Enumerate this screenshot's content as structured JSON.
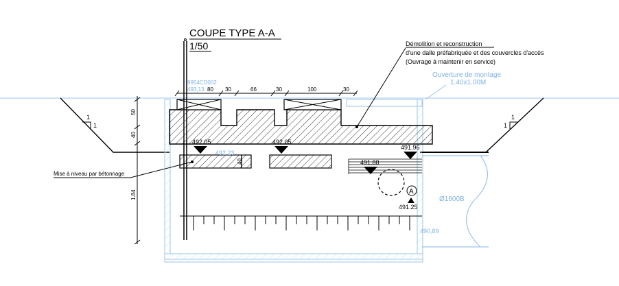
{
  "title": "COUPE TYPE A-A",
  "scale": "1/50",
  "note": {
    "line1": "Démolition et reconstruction",
    "line2": "d'une dalle préfabriquée et des couvercles d'accès",
    "line3": "(Ouvrage à maintenir en service)"
  },
  "opening": {
    "label": "Ouverture de montage",
    "size": "1.40x1.00M"
  },
  "reference": {
    "id": "9954CD002",
    "level": "493,13"
  },
  "top_dims": [
    "80",
    "30",
    "66",
    "30",
    "100",
    "30"
  ],
  "left_dims": [
    "50",
    "40",
    "1.84"
  ],
  "levels": {
    "l1": "492.05",
    "l2": "492.05",
    "l3": "491.96",
    "l4": "491.88",
    "l5": "491.25",
    "blue1": "492,23",
    "blue2": "490,89"
  },
  "small_dim": "40",
  "mise_niveau": "Mise à niveau par bétonnage",
  "slope_marks": [
    "1",
    "1",
    "1",
    "1"
  ],
  "section_marker": "A",
  "pipe": "Ø1600B",
  "colors": {
    "line": "#000000",
    "blue": "#7fb2e6"
  }
}
